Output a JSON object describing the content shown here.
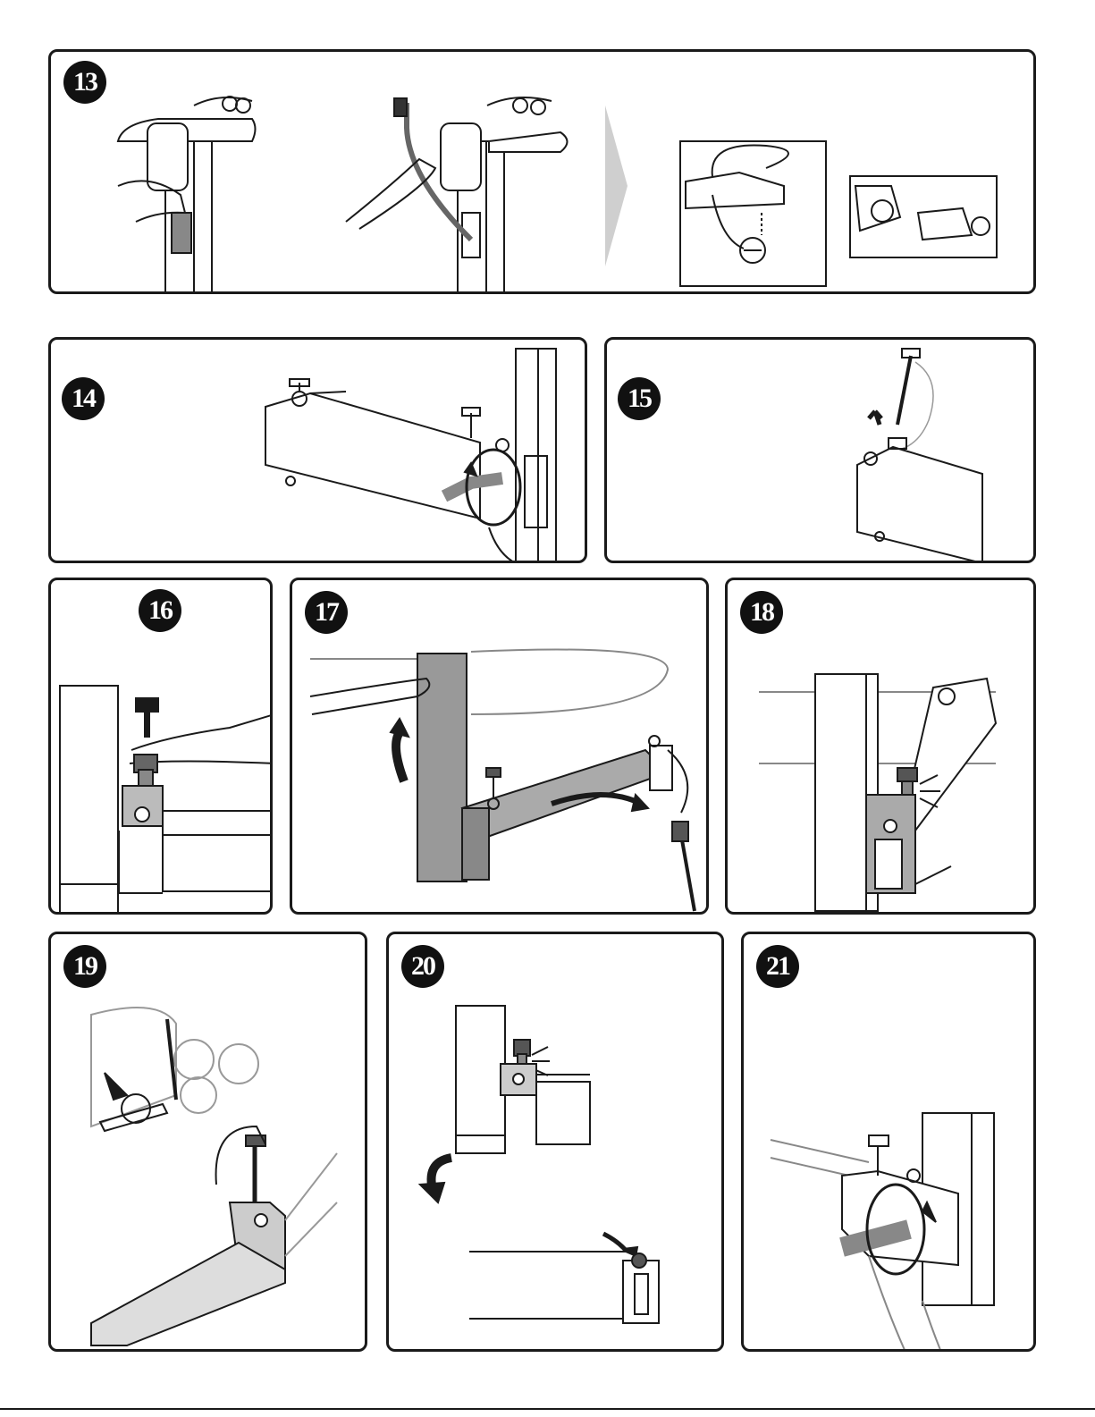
{
  "steps": [
    {
      "id": "13",
      "label": "13"
    },
    {
      "id": "14",
      "label": "14"
    },
    {
      "id": "15",
      "label": "15"
    },
    {
      "id": "16",
      "label": "16"
    },
    {
      "id": "17",
      "label": "17"
    },
    {
      "id": "18",
      "label": "18"
    },
    {
      "id": "19",
      "label": "19"
    },
    {
      "id": "20",
      "label": "20"
    },
    {
      "id": "21",
      "label": "21"
    }
  ],
  "colors": {
    "ink": "#1a1a1a",
    "fill": "#ffffff",
    "shade": "#9a9a9a",
    "light": "#d4d4d4",
    "arrow_gray": "#cfcfcf"
  }
}
